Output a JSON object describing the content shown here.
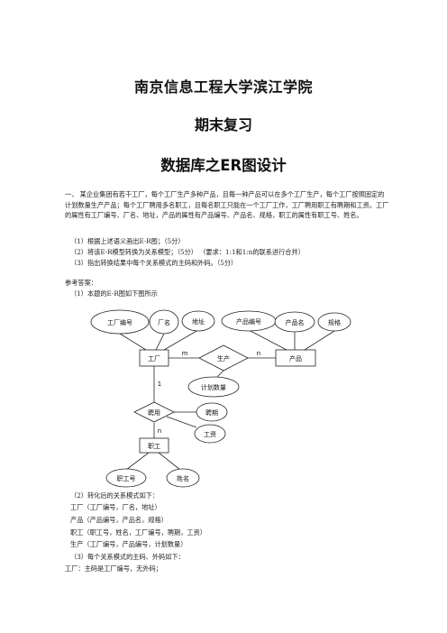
{
  "header": {
    "school": "南京信息工程大学滨江学院",
    "subtitle": "期末复习",
    "topic": "数据库之ER图设计"
  },
  "question": {
    "intro": "一、  某企业集团有若干工厂，每个工厂生产多种产品，且每一种产品可以在多个工厂生产，每个工厂按照固定的计划数量生产产品；每个工厂聘用多名职工，且每名职工只能在一个工厂工作，工厂聘用职工有聘期和工资。工厂的属性有工厂编号、厂名、地址，产品的属性有产品编号、产品名、规格，职工的属性有职工号、姓名。",
    "q1": "（1）根据上述语义画出E-R图；（5分）",
    "q2": "（2）将该E-R模型转换为关系模型；（5分）  （要求：1:1和1:n的联系进行合并）",
    "q3": "（3）指出转换结果中每个关系模式的主码和外码。（5分）"
  },
  "answer": {
    "heading": "参考答案：",
    "a1": "（1）本题的E-R图如下图所示",
    "a2": "（2）转化后的关系模式如下：",
    "rel_factory": "工厂（工厂编号，厂名，地址）",
    "rel_product": "产品（产品编号，产品名，规格）",
    "rel_employee": "职工（职工号，姓名，工厂编号，聘期，工资）",
    "rel_produce": "生产（工厂编号，产品编号，计划数量）",
    "a3": "（3）每个关系模式的主码、外码如下：",
    "key_factory": "工厂：主码是工厂编号，无外码；"
  },
  "er_diagram": {
    "entities": [
      "工厂",
      "产品",
      "职工"
    ],
    "relationships": [
      "生产",
      "聘用"
    ],
    "attributes": {
      "factory": [
        "工厂编号",
        "厂名",
        "地址"
      ],
      "product": [
        "产品编号",
        "产品名",
        "规格"
      ],
      "employee": [
        "职工号",
        "姓名"
      ],
      "produce": [
        "计划数量"
      ],
      "hire": [
        "聘期",
        "工资"
      ]
    },
    "cardinality": {
      "produce_factory": "m",
      "produce_product": "n",
      "hire_factory": "1",
      "hire_employee": "n"
    }
  }
}
